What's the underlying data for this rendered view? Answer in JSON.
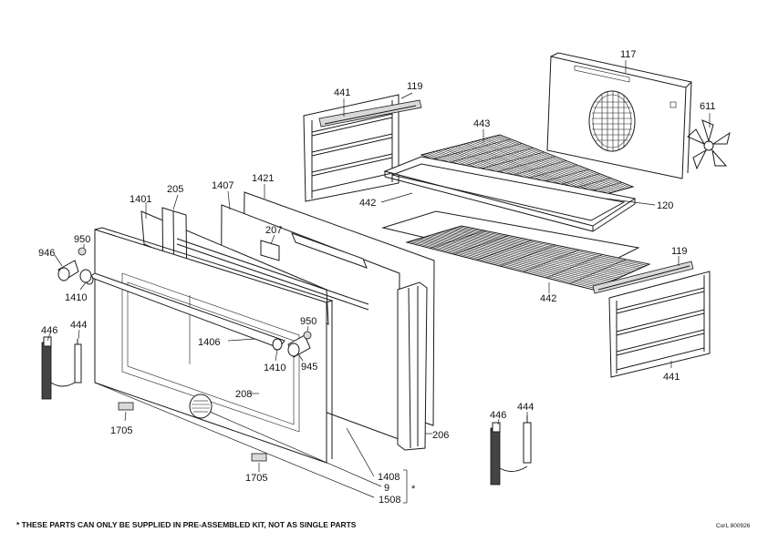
{
  "labels": {
    "p117": "117",
    "p611": "611",
    "p441a": "441",
    "p119a": "119",
    "p443": "443",
    "p442a": "442",
    "p120": "120",
    "p1421": "1421",
    "p1407": "1407",
    "p205": "205",
    "p1401": "1401",
    "p207": "207",
    "p950a": "950",
    "p946": "946",
    "p1410a": "1410",
    "p446a": "446",
    "p444a": "444",
    "p1406": "1406",
    "p950b": "950",
    "p1410b": "1410",
    "p945": "945",
    "p208": "208",
    "p1705a": "1705",
    "p1705b": "1705",
    "p119b": "119",
    "p442b": "442",
    "p441b": "441",
    "p206": "206",
    "p446b": "446",
    "p444b": "444",
    "p1408": "1408",
    "p9": "9",
    "p1508": "1508",
    "star": "*"
  },
  "footer": {
    "note": "* THESE PARTS CAN ONLY BE SUPPLIED IN PRE-ASSEMBLED KIT, NOT AS SINGLE PARTS",
    "code": "CorL 800926"
  }
}
